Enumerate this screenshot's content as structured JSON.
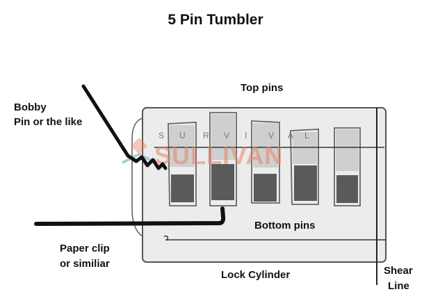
{
  "title": "5 Pin Tumbler",
  "labels": {
    "top_pins": "Top pins",
    "bobby_pin_line1": "Bobby",
    "bobby_pin_line2": "Pin or the like",
    "bottom_pins": "Bottom pins",
    "paper_clip_line1": "Paper clip",
    "paper_clip_line2": "or similiar",
    "lock_cylinder": "Lock Cylinder",
    "shear_line_line1": "Shear",
    "shear_line_line2": "Line"
  },
  "watermark": {
    "letters": [
      "S",
      "U",
      "R",
      "V",
      "I",
      "V",
      "A",
      "L"
    ],
    "word": "SULLIVAN",
    "color": "#e8836a"
  },
  "pins": {
    "count": 5
  },
  "colors": {
    "cylinder_fill": "#ececec",
    "outline": "#555555",
    "top_pin": "#cfcfcf",
    "bottom_pin": "#5a5a5a",
    "tool": "#111111"
  }
}
